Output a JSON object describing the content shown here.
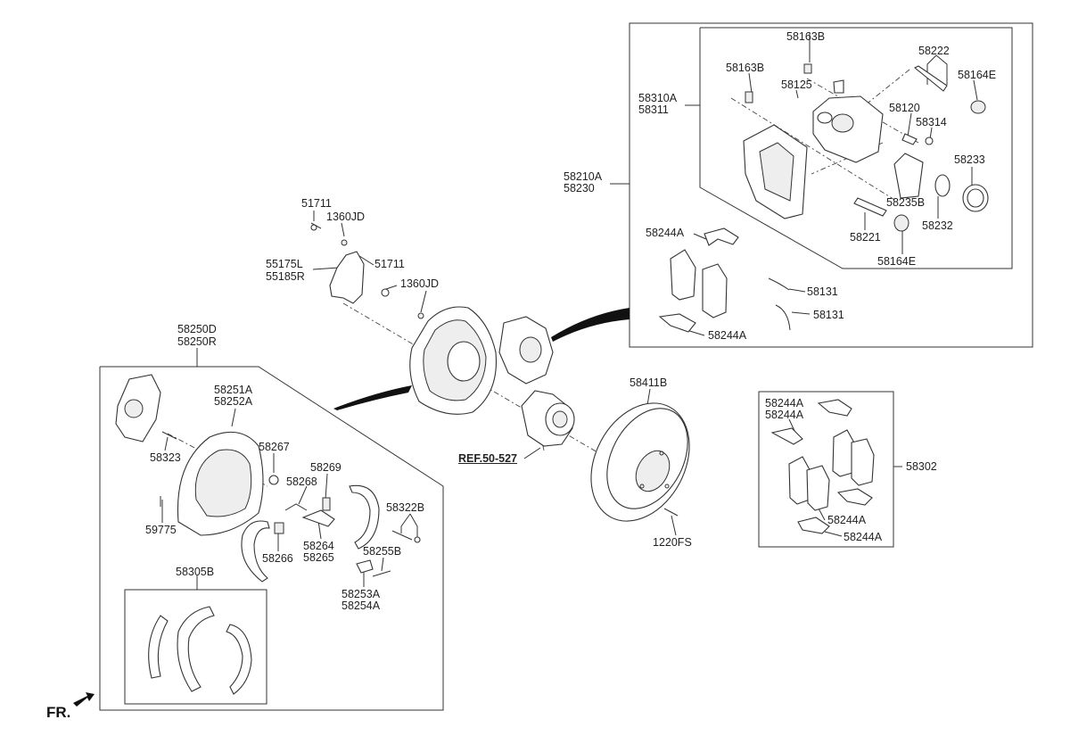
{
  "diagram": {
    "labels": {
      "l58163B_a": "58163B",
      "l58222": "58222",
      "l58163B_b": "58163B",
      "l58164E_a": "58164E",
      "l58125": "58125",
      "l58310A": "58310A",
      "l58311": "58311",
      "l58120": "58120",
      "l58314": "58314",
      "l58210A": "58210A",
      "l58230": "58230",
      "l58233": "58233",
      "l58235B": "58235B",
      "l58221": "58221",
      "l58232": "58232",
      "l58164E_b": "58164E",
      "l58244A_1": "58244A",
      "l58131_1": "58131",
      "l58131_2": "58131",
      "l58244A_2": "58244A",
      "l51711_a": "51711",
      "l1360JD_a": "1360JD",
      "l55175L": "55175L",
      "l55185R": "55185R",
      "l51711_b": "51711",
      "l1360JD_b": "1360JD",
      "l58250D": "58250D",
      "l58250R": "58250R",
      "l58251A": "58251A",
      "l58252A": "58252A",
      "l58267": "58267",
      "l58323": "58323",
      "l58269": "58269",
      "l58268": "58268",
      "l58322B": "58322B",
      "l59775": "59775",
      "l58264": "58264",
      "l58265": "58265",
      "l58266": "58266",
      "l58255B": "58255B",
      "l58253A": "58253A",
      "l58254A": "58254A",
      "l58305B": "58305B",
      "l58411B": "58411B",
      "lREF": "REF.50-527",
      "l1220FS": "1220FS",
      "l58244A_3": "58244A",
      "l58244A_4": "58244A",
      "l58302": "58302",
      "l58244A_5": "58244A",
      "l58244A_6": "58244A"
    },
    "fr_label": "FR."
  }
}
